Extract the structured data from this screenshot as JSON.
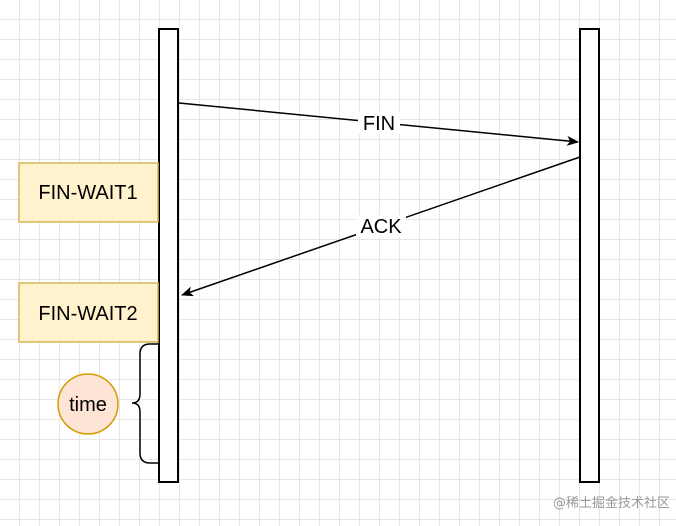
{
  "messages": {
    "fin": "FIN",
    "ack": "ACK"
  },
  "states": {
    "fin_wait1": "FIN-WAIT1",
    "fin_wait2": "FIN-WAIT2"
  },
  "timer": {
    "label": "time"
  },
  "watermark": "@稀土掘金技术社区",
  "colors": {
    "state_fill": "#fff2cc",
    "state_stroke": "#d6b656",
    "time_fill": "#fde4d4",
    "time_stroke": "#d79b00",
    "line": "#000000"
  }
}
